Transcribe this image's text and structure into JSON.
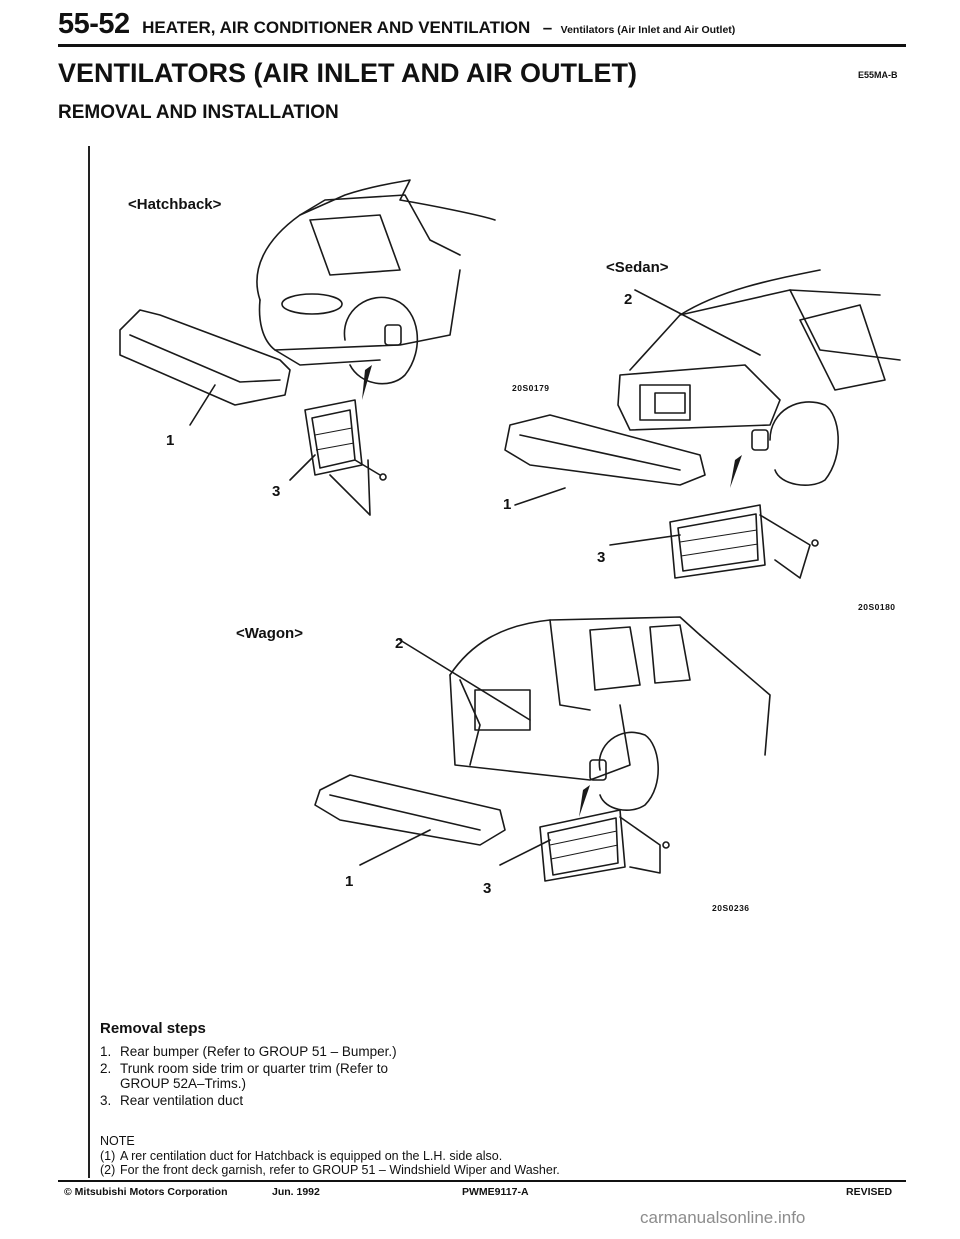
{
  "header": {
    "page_number": "55-52",
    "section": "HEATER, AIR CONDITIONER AND VENTILATION",
    "dash": "–",
    "subsection": "Ventilators (Air Inlet and Air Outlet)"
  },
  "title": "VENTILATORS (AIR INLET AND AIR OUTLET)",
  "doc_code": "E55MA-B",
  "subtitle": "REMOVAL AND INSTALLATION",
  "figures": {
    "hatchback": {
      "label": "<Hatchback>",
      "code": "20S0179",
      "callouts": [
        "1",
        "3"
      ]
    },
    "sedan": {
      "label": "<Sedan>",
      "code": "20S0180",
      "callouts": [
        "2",
        "1",
        "3"
      ]
    },
    "wagon": {
      "label": "<Wagon>",
      "code": "20S0236",
      "callouts": [
        "2",
        "1",
        "3"
      ]
    }
  },
  "removal_steps": {
    "heading": "Removal steps",
    "items": [
      {
        "num": "1.",
        "text": "Rear bumper (Refer to GROUP 51 – Bumper.)"
      },
      {
        "num": "2.",
        "text": "Trunk room side trim or quarter trim (Refer to GROUP 52A–Trims.)"
      },
      {
        "num": "3.",
        "text": "Rear ventilation duct"
      }
    ]
  },
  "note": {
    "heading": "NOTE",
    "items": [
      {
        "num": "(1)",
        "text": "A rer centilation duct for Hatchback is equipped on the L.H. side also."
      },
      {
        "num": "(2)",
        "text": "For the front deck garnish, refer to GROUP 51 – Windshield Wiper and Washer."
      }
    ]
  },
  "footer": {
    "copyright": "© Mitsubishi Motors Corporation",
    "date": "Jun. 1992",
    "doc_id": "PWME9117-A",
    "status": "REVISED"
  },
  "watermark": "carmanualsonline.info"
}
